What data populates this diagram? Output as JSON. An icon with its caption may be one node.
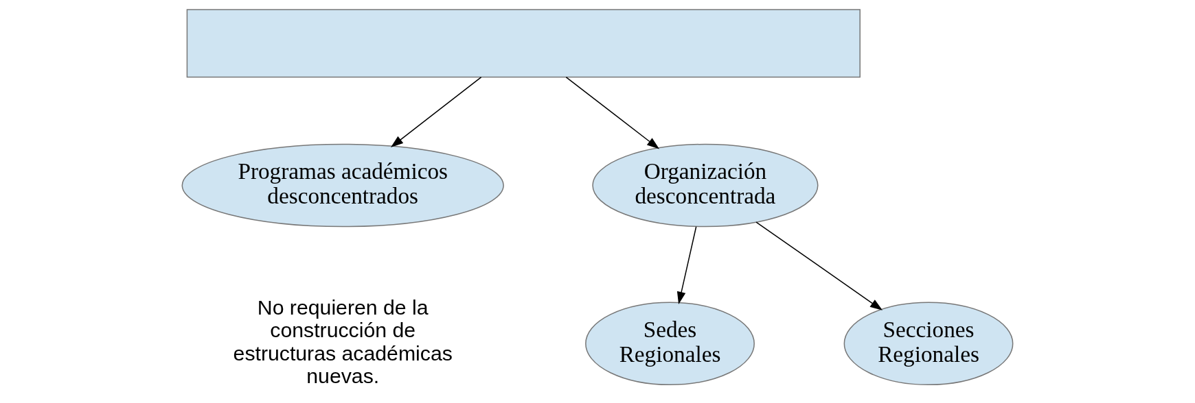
{
  "diagram": {
    "nodes": [
      {
        "text": [],
        "shape": "box"
      },
      {
        "text": [
          "Programas académicos desconcentrados"
        ]
      },
      {
        "text": [
          "Organización desconcentrada"
        ]
      },
      {
        "text": [
          "Sedes Regionales"
        ]
      },
      {
        "text": [
          "Secciones Regionales"
        ]
      }
    ],
    "edges": [
      {
        "from": 0,
        "to": 1,
        "arrow": "to"
      },
      {
        "from": 0,
        "to": 2,
        "arrow": "to"
      },
      {
        "from": 2,
        "to": 3,
        "arrow": "to"
      },
      {
        "from": 2,
        "to": 4,
        "arrow": "to"
      }
    ],
    "labels": [
      "No requieren de la construcción de estructuras académicas nuevas."
    ]
  }
}
